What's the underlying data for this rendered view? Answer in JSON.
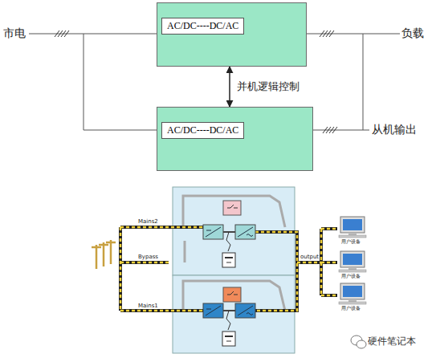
{
  "diagram": {
    "nodes": [
      {
        "text": [
          "AC/DC----DC/AC"
        ]
      },
      {
        "text": [
          "AC/DC----DC/AC"
        ]
      }
    ],
    "edges": [
      {
        "from": 0,
        "to": 1,
        "arrow": "both",
        "label": "并机逻辑控制"
      }
    ],
    "labels": [
      "市电",
      "负载",
      "从机输出",
      "Mains2",
      "Bypass",
      "Mains1",
      "output",
      "用户设备",
      "用户设备",
      "用户设备",
      "硬件笔记本"
    ]
  }
}
